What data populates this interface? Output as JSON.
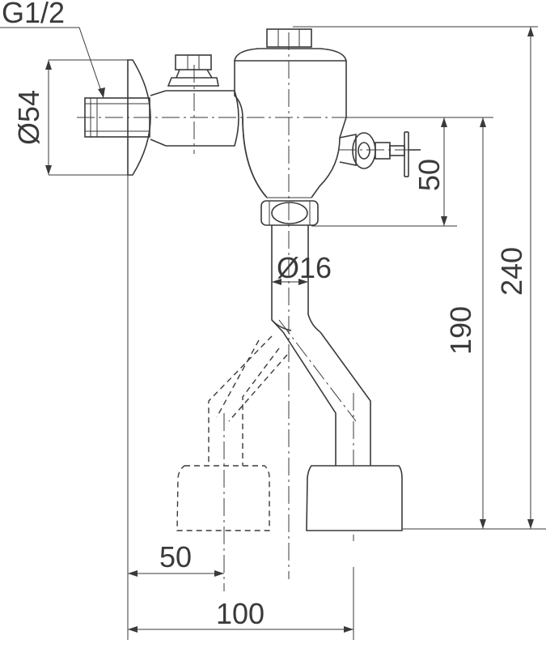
{
  "labels": {
    "thread": "G1/2",
    "flange_diameter": "Ø54",
    "pipe_diameter": "Ø16",
    "dim_50_vertical": "50",
    "dim_190": "190",
    "dim_240": "240",
    "dim_50_horizontal": "50",
    "dim_100": "100"
  }
}
